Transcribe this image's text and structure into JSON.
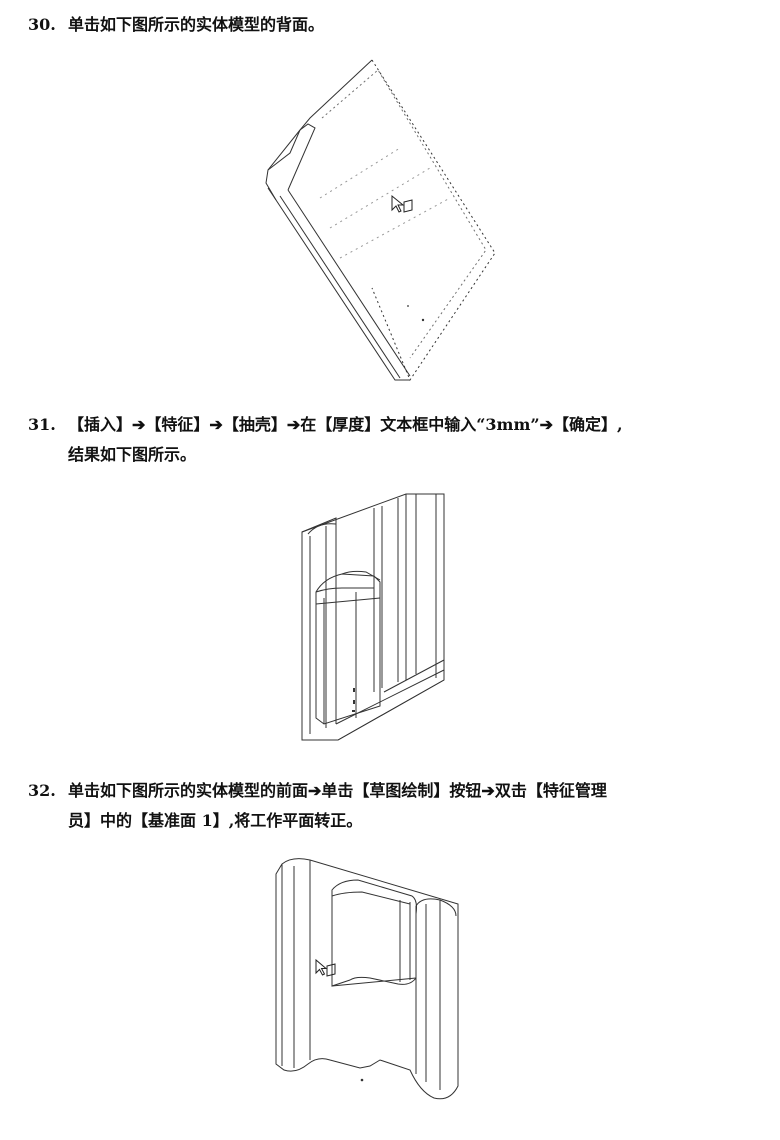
{
  "steps": [
    {
      "number": "30.",
      "text": "单击如下图所示的实体模型的背面。",
      "continuation": ""
    },
    {
      "number": "31.",
      "text": "【插入】➔【特征】➔【抽壳】➔在【厚度】文本框中输入“3mm”➔【确定】,",
      "continuation": "结果如下图所示。"
    },
    {
      "number": "32.",
      "text": "单击如下图所示的实体模型的前面➔单击【草图绘制】按钮➔双击【特征管理",
      "continuation": "员】中的【基准面 1】,将工作平面转正。"
    }
  ],
  "figures": [
    {
      "subject": "solid-model-back-face",
      "icon": "cursor-face-select-icon"
    },
    {
      "subject": "shelled-model-3mm",
      "icon": ""
    },
    {
      "subject": "solid-model-front-face",
      "icon": "cursor-face-select-icon"
    }
  ],
  "colors": {
    "text": "#111111",
    "line": "#333333",
    "background": "#ffffff"
  }
}
